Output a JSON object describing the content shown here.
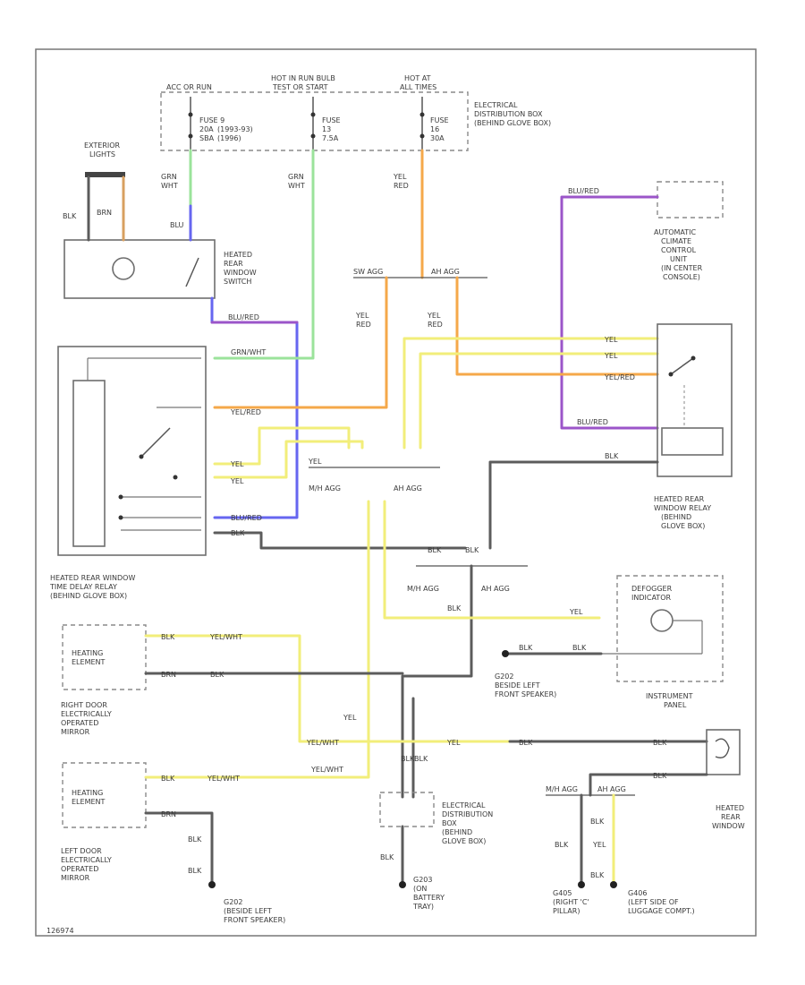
{
  "diagram": {
    "top_labels": {
      "acc_run": "ACC OR RUN",
      "hot_in_run": "HOT IN RUN BULB",
      "test_start": "TEST OR START",
      "hot_at_all": "HOT AT",
      "all_times": "ALL TIMES"
    },
    "fuses": [
      {
        "name": "FUSE 9",
        "line2": "20A",
        "line3": "(1993-93)",
        "line4": "SBA",
        "line5": "(1996)"
      },
      {
        "name": "FUSE",
        "line2": "13",
        "line3": "7.5A"
      },
      {
        "name": "FUSE",
        "line2": "16",
        "line3": "30A"
      }
    ],
    "distribution_box": [
      "ELECTRICAL",
      "DISTRIBUTION BOX",
      "(BEHIND GLOVE BOX)"
    ],
    "exterior_lights": [
      "EXTERIOR",
      "LIGHTS"
    ],
    "switch_label": [
      "HEATED",
      "REAR",
      "WINDOW",
      "SWITCH"
    ],
    "climate_unit": [
      "AUTOMATIC",
      "CLIMATE",
      "CONTROL",
      "UNIT",
      "(IN CENTER",
      "CONSOLE)"
    ],
    "time_delay_relay": [
      "HEATED REAR WINDOW",
      "TIME DELAY RELAY",
      "(BEHIND GLOVE BOX)"
    ],
    "rear_window_relay": [
      "HEATED REAR",
      "WINDOW RELAY",
      "(BEHIND",
      "GLOVE BOX)"
    ],
    "defogger": [
      "DEFOGGER",
      "INDICATOR"
    ],
    "instrument_panel": [
      "INSTRUMENT",
      "PANEL"
    ],
    "right_mirror": [
      "RIGHT DOOR",
      "ELECTRICALLY",
      "OPERATED",
      "MIRROR"
    ],
    "left_mirror": [
      "LEFT DOOR",
      "ELECTRICALLY",
      "OPERATED",
      "MIRROR"
    ],
    "heating_element": [
      "HEATING",
      "ELEMENT"
    ],
    "heated_rear_window": [
      "HEATED",
      "REAR",
      "WINDOW"
    ],
    "grounds": {
      "g202a": [
        "G202",
        "BESIDE LEFT",
        "FRONT SPEAKER)"
      ],
      "g202b": [
        "G202",
        "(BESIDE LEFT",
        "FRONT SPEAKER)"
      ],
      "g203": [
        "G203",
        "(ON",
        "BATTERY",
        "TRAY)"
      ],
      "g405": [
        "G405",
        "(RIGHT 'C'",
        "PILLAR)"
      ],
      "g406": [
        "G406",
        "(LEFT SIDE OF",
        "LUGGAGE COMPT.)"
      ]
    },
    "dist_box_lower": [
      "ELECTRICAL",
      "DISTRIBUTION",
      "BOX",
      "(BEHIND",
      "GLOVE BOX)"
    ],
    "wires": {
      "grn_wht": "GRN/WHT",
      "yel_red": "YEL/RED",
      "blu_red": "BLU/RED",
      "yel": "YEL",
      "blk": "BLK",
      "brn": "BRN",
      "yel_wht": "YEL/WHT",
      "grn": "GRN",
      "wht": "WHT",
      "red": "RED",
      "blu": "BLU"
    },
    "splices": {
      "s_top_left": "SW AGG",
      "s_top_right": "AH AGG",
      "s_mid_left": "M/H AGG",
      "s_mid_right": "AH AGG",
      "s_low_left": "M/H AGG",
      "s_low_right": "AH AGG"
    },
    "footer_code": "126974"
  }
}
